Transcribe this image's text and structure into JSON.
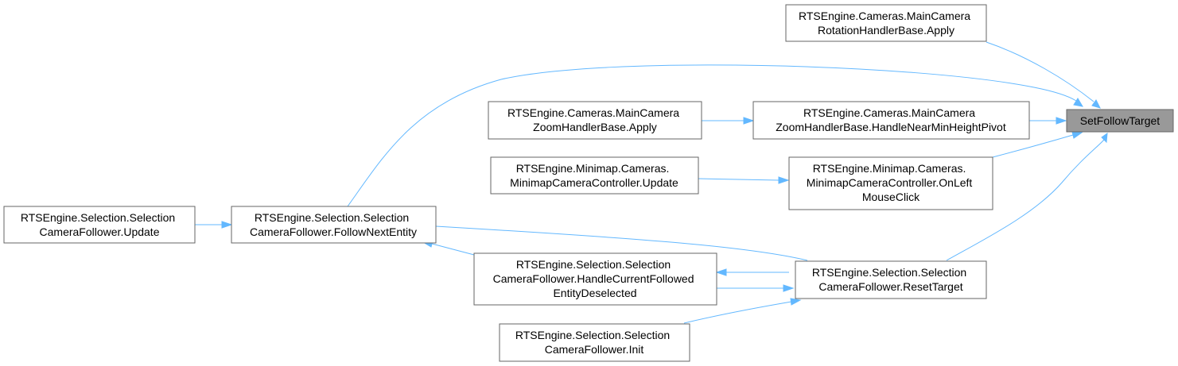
{
  "diagram": {
    "colors": {
      "edge": "#63b8ff",
      "node_border": "#666666",
      "target_fill": "#999999",
      "node_fill": "#ffffff"
    },
    "nodes": {
      "set_follow_target": {
        "lines": [
          "SetFollowTarget"
        ]
      },
      "rotation_apply": {
        "lines": [
          "RTSEngine.Cameras.MainCamera",
          "RotationHandlerBase.Apply"
        ]
      },
      "zoom_near_min": {
        "lines": [
          "RTSEngine.Cameras.MainCamera",
          "ZoomHandlerBase.HandleNearMinHeightPivot"
        ]
      },
      "zoom_apply": {
        "lines": [
          "RTSEngine.Cameras.MainCamera",
          "ZoomHandlerBase.Apply"
        ]
      },
      "minimap_click": {
        "lines": [
          "RTSEngine.Minimap.Cameras.",
          "MinimapCameraController.OnLeft",
          "MouseClick"
        ]
      },
      "minimap_update": {
        "lines": [
          "RTSEngine.Minimap.Cameras.",
          "MinimapCameraController.Update"
        ]
      },
      "follower_update": {
        "lines": [
          "RTSEngine.Selection.Selection",
          "CameraFollower.Update"
        ]
      },
      "follow_next": {
        "lines": [
          "RTSEngine.Selection.Selection",
          "CameraFollower.FollowNextEntity"
        ]
      },
      "handle_deselected": {
        "lines": [
          "RTSEngine.Selection.Selection",
          "CameraFollower.HandleCurrentFollowed",
          "EntityDeselected"
        ]
      },
      "reset_target": {
        "lines": [
          "RTSEngine.Selection.Selection",
          "CameraFollower.ResetTarget"
        ]
      },
      "init": {
        "lines": [
          "RTSEngine.Selection.Selection",
          "CameraFollower.Init"
        ]
      }
    },
    "edges": [
      {
        "from": "rotation_apply",
        "to": "set_follow_target"
      },
      {
        "from": "follow_next",
        "to": "set_follow_target"
      },
      {
        "from": "zoom_near_min",
        "to": "set_follow_target"
      },
      {
        "from": "minimap_click",
        "to": "set_follow_target"
      },
      {
        "from": "reset_target",
        "to": "set_follow_target"
      },
      {
        "from": "zoom_apply",
        "to": "zoom_near_min"
      },
      {
        "from": "minimap_update",
        "to": "minimap_click"
      },
      {
        "from": "follower_update",
        "to": "follow_next"
      },
      {
        "from": "handle_deselected",
        "to": "follow_next"
      },
      {
        "from": "reset_target",
        "to": "follow_next"
      },
      {
        "from": "reset_target",
        "to": "handle_deselected"
      },
      {
        "from": "handle_deselected",
        "to": "reset_target"
      },
      {
        "from": "init",
        "to": "reset_target"
      }
    ]
  }
}
